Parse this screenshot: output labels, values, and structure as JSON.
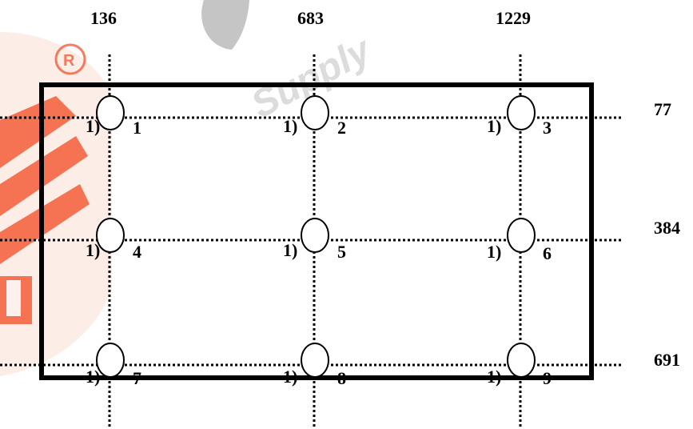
{
  "diagram": {
    "column_labels": [
      "136",
      "683",
      "1229"
    ],
    "row_labels": [
      "77",
      "384",
      "691"
    ],
    "points": [
      {
        "number": "1",
        "prefix": "1)"
      },
      {
        "number": "2",
        "prefix": "1)"
      },
      {
        "number": "3",
        "prefix": "1)"
      },
      {
        "number": "4",
        "prefix": "1)"
      },
      {
        "number": "5",
        "prefix": "1)"
      },
      {
        "number": "6",
        "prefix": "1)"
      },
      {
        "number": "7",
        "prefix": "1)"
      },
      {
        "number": "8",
        "prefix": "1)"
      },
      {
        "number": "9",
        "prefix": "1)"
      }
    ],
    "colors": {
      "line": "#000000",
      "watermark": "#f2542d",
      "watermark_gray": "#9a9a9a"
    }
  }
}
